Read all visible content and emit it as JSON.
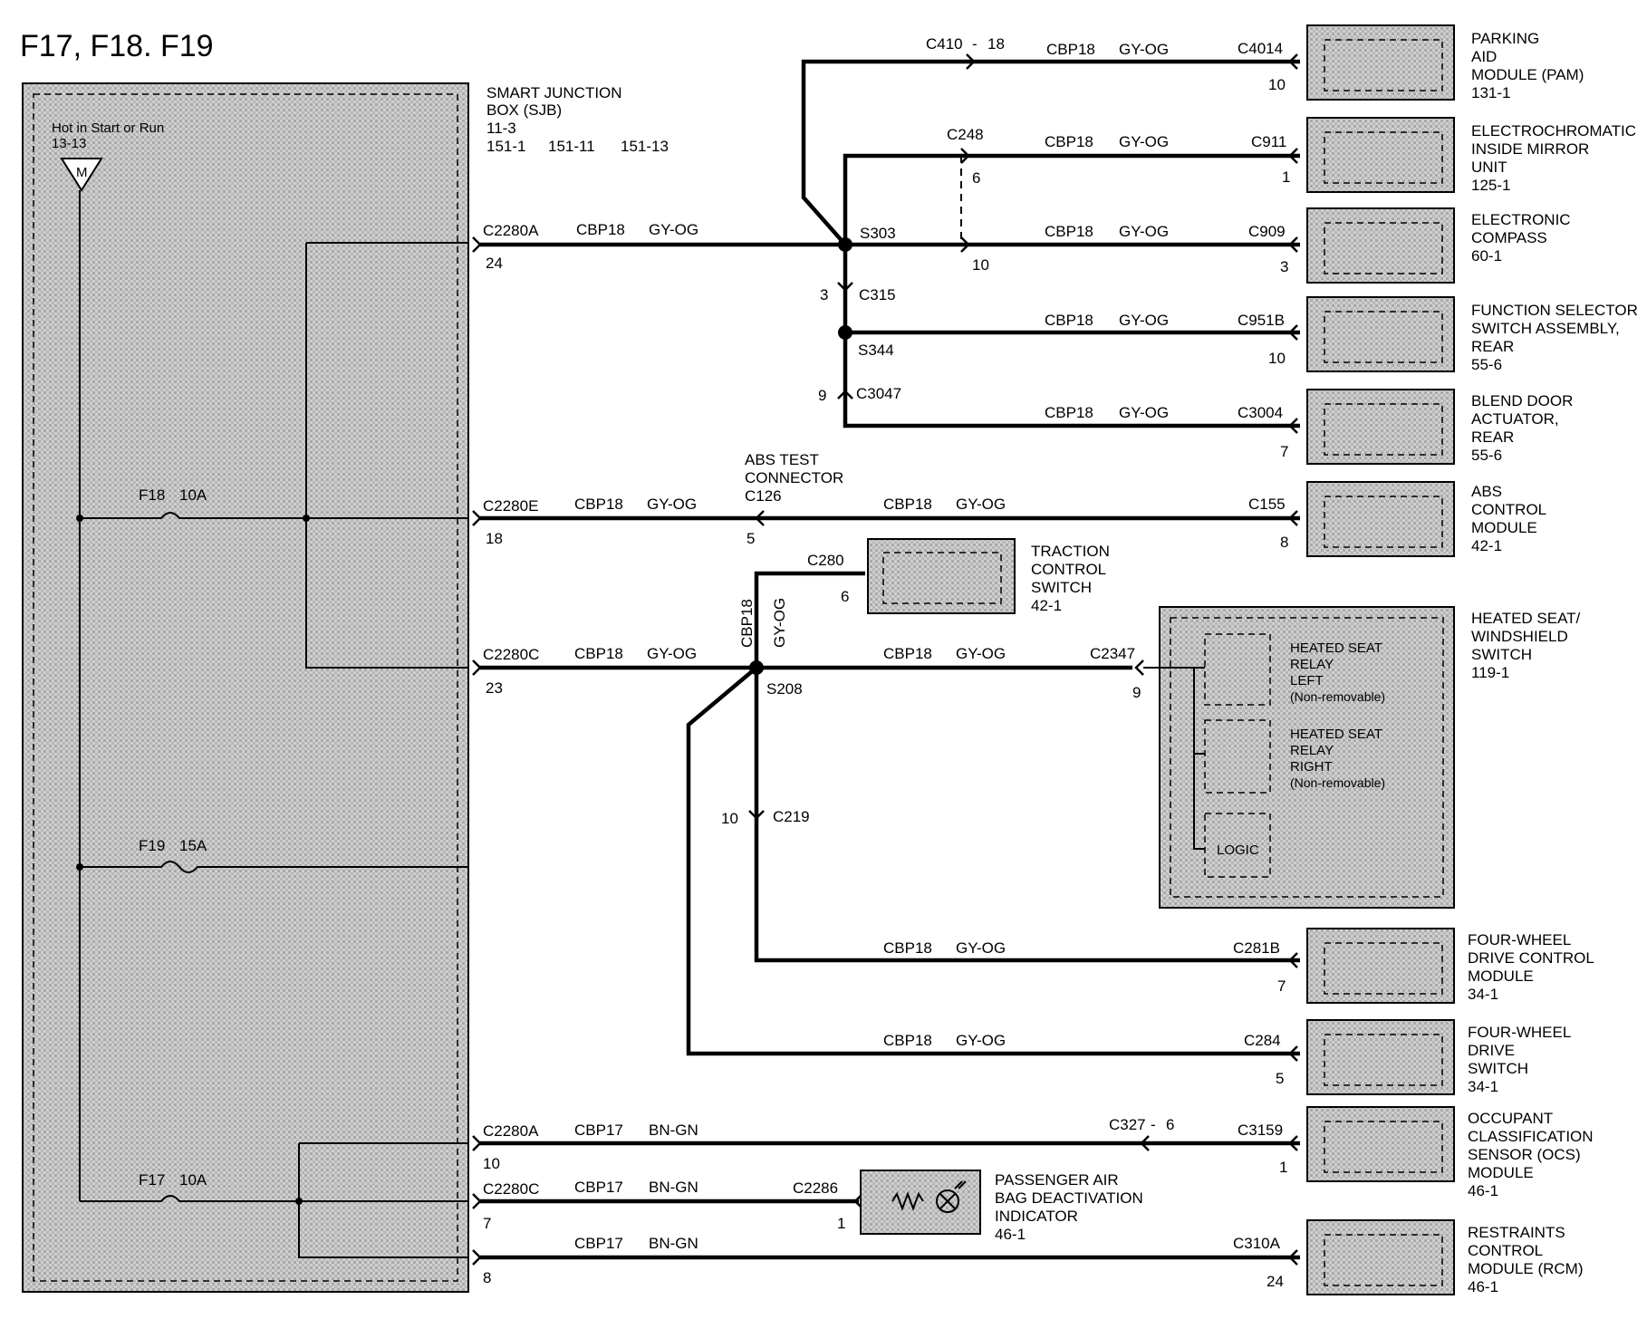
{
  "title": "F17, F18. F19",
  "sjb": {
    "name_line1": "SMART  JUNCTION",
    "name_line2": "BOX (SJB)",
    "ref1": "11-3",
    "ref2": "151-1",
    "ref3": "151-11",
    "ref4": "151-13",
    "hot_label": "Hot in Start or Run",
    "hot_ref": "13-13",
    "hot_symbol": "M"
  },
  "fuses": [
    {
      "id": "F18",
      "rating": "10A"
    },
    {
      "id": "F19",
      "rating": "15A"
    },
    {
      "id": "F17",
      "rating": "10A"
    }
  ],
  "sjb_connectors": [
    {
      "name": "C2280A",
      "pin": "24"
    },
    {
      "name": "C2280E",
      "pin": "18"
    },
    {
      "name": "C2280C",
      "pin": "23"
    },
    {
      "name": "C2280A",
      "pin": "10"
    },
    {
      "name": "C2280C",
      "pin": "7"
    },
    {
      "name": "",
      "pin": "8"
    }
  ],
  "wires": [
    {
      "circuit": "CBP18",
      "color": "GY-OG"
    },
    {
      "circuit": "CBP17",
      "color": "BN-GN"
    }
  ],
  "splices": {
    "s303": "S303",
    "s344": "S344",
    "s208": "S208"
  },
  "inline": [
    {
      "name": "C410",
      "pin": "18",
      "sep": "-"
    },
    {
      "name": "C248",
      "pin1": "6",
      "pin2": "10"
    },
    {
      "name": "C315",
      "pin": "3"
    },
    {
      "name": "C3047",
      "pin": "9"
    },
    {
      "name": "C219",
      "pin": "10"
    },
    {
      "name": "C327",
      "pin": "6",
      "sep": "-"
    }
  ],
  "abs_test": {
    "line1": "ABS TEST",
    "line2": "CONNECTOR",
    "line3": "C126",
    "pin": "5"
  },
  "modules": [
    {
      "lines": [
        "PARKING",
        "AID",
        "MODULE (PAM)",
        "131-1"
      ],
      "connector": "C4014",
      "pin": "10"
    },
    {
      "lines": [
        "ELECTROCHROMATIC",
        "INSIDE MIRROR",
        "UNIT",
        "125-1"
      ],
      "connector": "C911",
      "pin": "1"
    },
    {
      "lines": [
        "ELECTRONIC",
        "COMPASS",
        "60-1"
      ],
      "connector": "C909",
      "pin": "3"
    },
    {
      "lines": [
        "FUNCTION SELECTOR",
        "SWITCH ASSEMBLY,",
        "REAR",
        "55-6"
      ],
      "connector": "C951B",
      "pin": "10"
    },
    {
      "lines": [
        "BLEND DOOR",
        "ACTUATOR,",
        "REAR",
        "55-6"
      ],
      "connector": "C3004",
      "pin": "7"
    },
    {
      "lines": [
        "ABS",
        "CONTROL",
        "MODULE",
        "42-1"
      ],
      "connector": "C155",
      "pin": "8"
    },
    {
      "lines": [
        "TRACTION",
        "CONTROL",
        "SWITCH",
        "42-1"
      ],
      "connector": "C280",
      "pin": "6"
    },
    {
      "lines": [
        "HEATED SEAT/",
        "WINDSHIELD",
        "SWITCH",
        "119-1"
      ],
      "connector": "C2347",
      "pin": "9"
    },
    {
      "lines": [
        "FOUR-WHEEL",
        "DRIVE CONTROL",
        "MODULE",
        "34-1"
      ],
      "connector": "C281B",
      "pin": "7"
    },
    {
      "lines": [
        "FOUR-WHEEL",
        "DRIVE",
        "SWITCH",
        "34-1"
      ],
      "connector": "C284",
      "pin": "5"
    },
    {
      "lines": [
        "OCCUPANT",
        "CLASSIFICATION",
        "SENSOR (OCS)",
        "MODULE",
        "46-1"
      ],
      "connector": "C3159",
      "pin": "1"
    },
    {
      "lines": [
        "PASSENGER AIR",
        "BAG DEACTIVATION",
        "INDICATOR",
        "46-1"
      ],
      "connector": "C2286",
      "pin": "1"
    },
    {
      "lines": [
        "RESTRAINTS",
        "CONTROL",
        "MODULE (RCM)",
        "46-1"
      ],
      "connector": "C310A",
      "pin": "24"
    }
  ],
  "heated_seat_internal": {
    "relay_left": [
      "HEATED SEAT",
      "RELAY",
      "LEFT",
      "(Non-removable)"
    ],
    "relay_right": [
      "HEATED SEAT",
      "RELAY",
      "RIGHT",
      "(Non-removable)"
    ],
    "logic": "LOGIC"
  },
  "colors": {
    "ink": "#000000",
    "hatch_light": "#d8d8d8",
    "hatch_dark": "#9a9a9a"
  }
}
